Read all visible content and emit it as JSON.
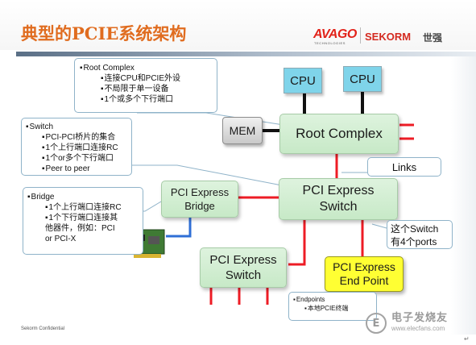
{
  "header": {
    "title": "典型的PCIE系统架构",
    "logos": {
      "avago": "AVAGO",
      "avago_sub": "TECHNOLOGIES",
      "sekorm": "SEKORM",
      "sekorm_cn": "世强"
    }
  },
  "nodes": {
    "cpu1": "CPU",
    "cpu2": "CPU",
    "mem": "MEM",
    "root_complex": "Root Complex",
    "switch_main_line1": "PCI Express",
    "switch_main_line2": "Switch",
    "bridge_line1": "PCI Express",
    "bridge_line2": "Bridge",
    "switch_lower_line1": "PCI Express",
    "switch_lower_line2": "Switch",
    "endpoint_line1": "PCI Express",
    "endpoint_line2": "End Point"
  },
  "callouts": {
    "root_complex": {
      "title": "Root Complex",
      "items": [
        "连接CPU和PCIE外设",
        "不局限于单一设备",
        "1个或多个下行端口"
      ]
    },
    "switch": {
      "title": "Switch",
      "items": [
        "PCI-PCI桥片的集合",
        "1个上行端口连接RC",
        "1个or多个下行端口",
        "Peer to peer"
      ]
    },
    "bridge": {
      "title": "Bridge",
      "items": [
        "1个上行端口连接RC",
        "1个下行端口连接其他器件，例如：PCI or PCI-X"
      ]
    },
    "links": {
      "label": "Links"
    },
    "switch_ports": {
      "line1": "这个Switch",
      "line2": "有4个ports"
    },
    "endpoints": {
      "title": "Endpoints",
      "items": [
        "本地PCIE终端"
      ]
    }
  },
  "footer": {
    "confidential": "Sekorm Confidential",
    "watermark_main": "电子发烧友",
    "watermark_url": "www.elecfans.com"
  },
  "colors": {
    "title": "#e06c1f",
    "link_red": "#ee1c25",
    "link_blue": "#2f6fd6",
    "cpu_fill": "#7fd4ea",
    "node_green": "#c7e9c7",
    "endpoint_yellow": "#ffff33"
  }
}
